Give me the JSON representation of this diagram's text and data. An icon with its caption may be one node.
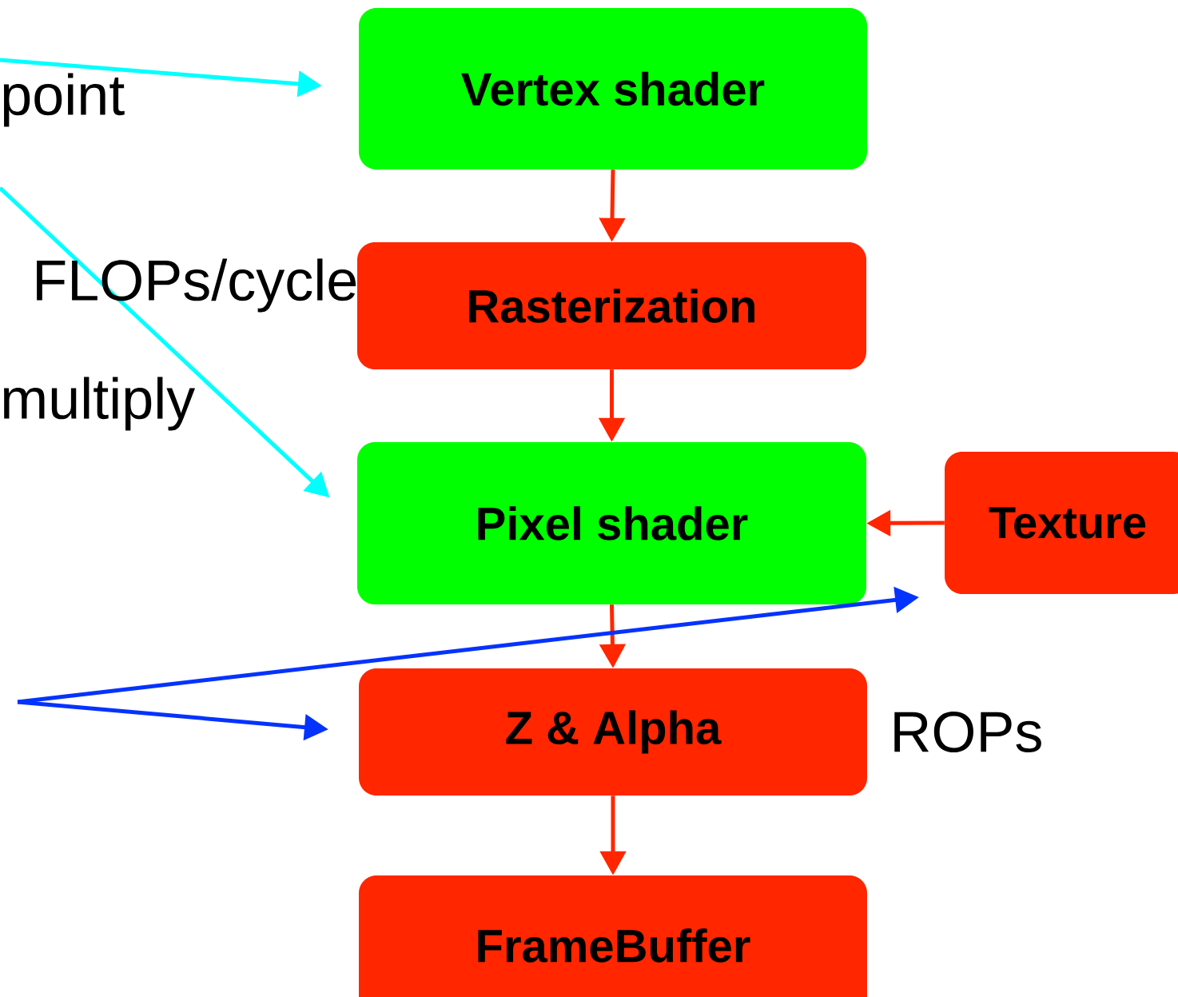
{
  "diagram": {
    "nodes": [
      {
        "text": [
          "Vertex shader"
        ]
      },
      {
        "text": [
          "Rasterization"
        ]
      },
      {
        "text": [
          "Pixel shader"
        ]
      },
      {
        "text": [
          "Texture"
        ]
      },
      {
        "text": [
          "Z & Alpha"
        ],
        "beside": [
          "ROPs"
        ]
      },
      {
        "text": [
          "FrameBuffer"
        ]
      }
    ],
    "edges": [
      {
        "from": 0,
        "to": 1,
        "arrow": "to"
      },
      {
        "from": 1,
        "to": 2,
        "arrow": "to"
      },
      {
        "from": 3,
        "to": 2,
        "arrow": "to"
      },
      {
        "from": 2,
        "to": 4,
        "arrow": "to"
      },
      {
        "from": 4,
        "to": 5,
        "arrow": "to"
      },
      {
        "from": null,
        "to": 0,
        "arrow": "to",
        "color": "#00ffff"
      },
      {
        "from": null,
        "to": 2,
        "arrow": "to",
        "color": "#00ffff"
      },
      {
        "from": null,
        "to": 3,
        "arrow": "to",
        "color": "#0433ff"
      },
      {
        "from": null,
        "to": 4,
        "arrow": "to",
        "color": "#0433ff"
      }
    ],
    "labels": [
      "point",
      "FLOPs/cycle",
      "multiply"
    ]
  }
}
